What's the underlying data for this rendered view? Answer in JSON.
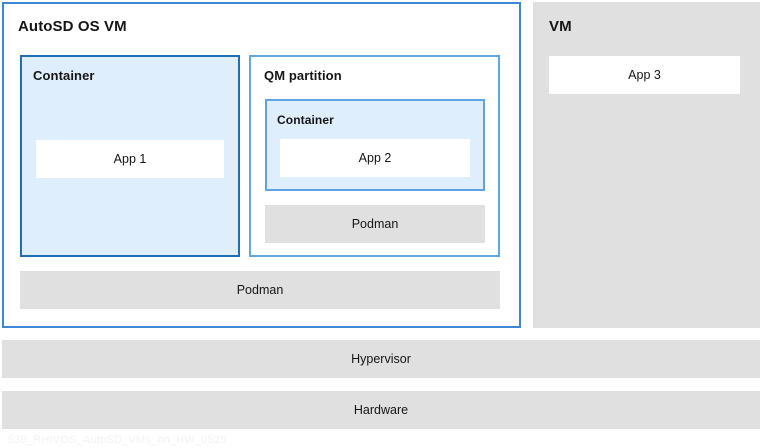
{
  "diagram": {
    "title_watermark": "539_RHIVOS_AutoSD_VMs_on_HW_0525",
    "colors": {
      "frame_blue": "#3d87d6",
      "container_border_dark": "#1f6fb8",
      "container_border_light": "#5fa3e2",
      "container_fill": "#dfeefc",
      "gray_fill": "#e0e0e0",
      "text": "#151515",
      "white": "#ffffff"
    },
    "autosd_vm": {
      "title": "AutoSD OS VM",
      "container": {
        "title": "Container",
        "app": "App 1"
      },
      "qm_partition": {
        "title": "QM partition",
        "container": {
          "title": "Container",
          "app": "App 2"
        },
        "runtime": "Podman"
      },
      "runtime": "Podman"
    },
    "plain_vm": {
      "title": "VM",
      "app": "App 3"
    },
    "layers": [
      {
        "label": "Hypervisor"
      },
      {
        "label": "Hardware"
      }
    ]
  }
}
